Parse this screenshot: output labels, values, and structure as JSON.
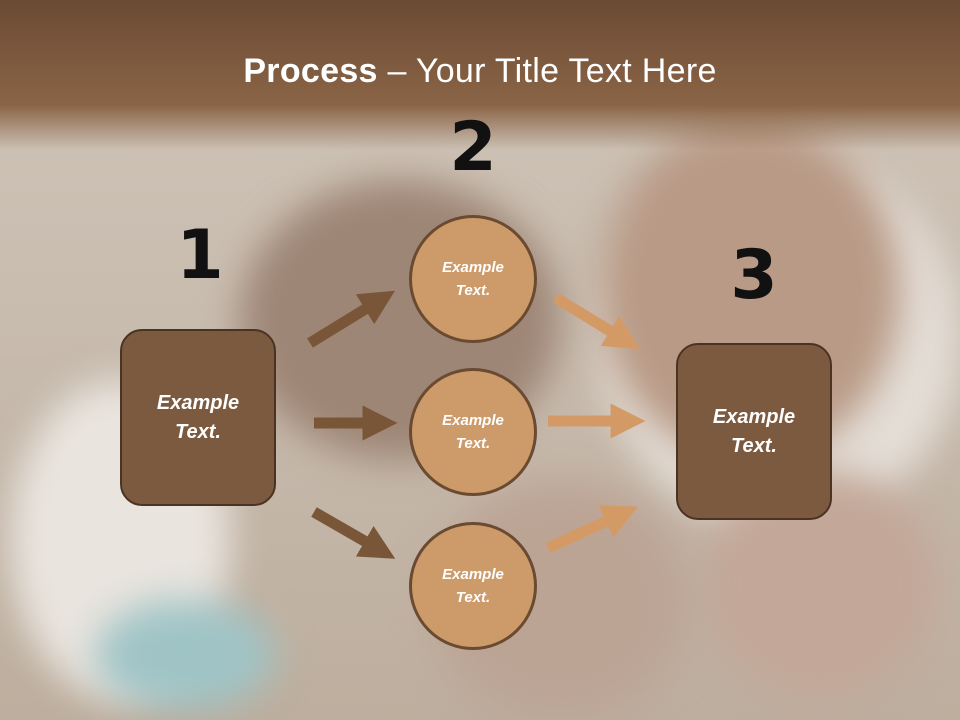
{
  "title": {
    "bold": "Process",
    "rest": " – Your Title Text Here"
  },
  "steps": [
    "1",
    "2",
    "3"
  ],
  "boxes": {
    "left": [
      "Example",
      "Text."
    ],
    "right": [
      "Example",
      "Text."
    ]
  },
  "circles": [
    [
      "Example",
      "Text."
    ],
    [
      "Example",
      "Text."
    ],
    [
      "Example",
      "Text."
    ]
  ],
  "colors": {
    "box_fill": "#7b5a40",
    "circle_fill": "#cd9a6a",
    "arrow_dark": "#7a5638",
    "arrow_light": "#d49a66",
    "banner": "#7a5538"
  }
}
